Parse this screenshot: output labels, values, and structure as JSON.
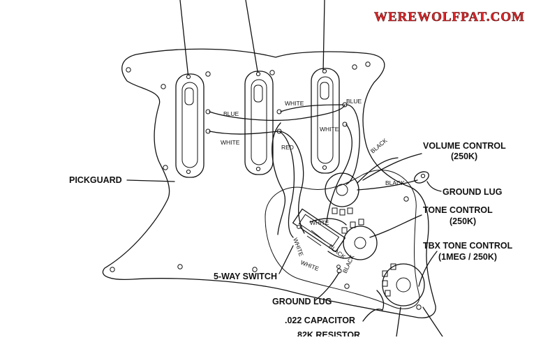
{
  "brand": {
    "text": "WEREWOLFPAT.COM",
    "color": "#e3262a"
  },
  "labels": {
    "pickguard": "PICKGUARD",
    "volume_control_1": "VOLUME CONTROL",
    "volume_control_2": "(250K)",
    "ground_lug_right": "GROUND LUG",
    "tone_control_1": "TONE CONTROL",
    "tone_control_2": "(250K)",
    "tbx_tone_1": "TBX TONE CONTROL",
    "tbx_tone_2": "(1MEG / 250K)",
    "five_way_switch": "5-WAY SWITCH",
    "ground_lug_bottom": "GROUND LUG",
    "capacitor": ".022 CAPACITOR",
    "resistor": "82K RESISTOR"
  },
  "wire_labels": {
    "blue_left": "BLUE",
    "white_left": "WHITE",
    "white_mid_top": "WHITE",
    "red_mid": "RED",
    "blue_right": "BLUE",
    "white_right": "WHITE",
    "black_upper": "BLACK",
    "black_lug": "BLACK",
    "white_switch_top": "WHITE",
    "white_switch_side": "WHITE",
    "white_switch_bottom": "WHITE",
    "black_switch": "BLACK",
    "black_tone": "BLACK"
  },
  "colors": {
    "ink": "#111111",
    "paper": "#ffffff"
  }
}
